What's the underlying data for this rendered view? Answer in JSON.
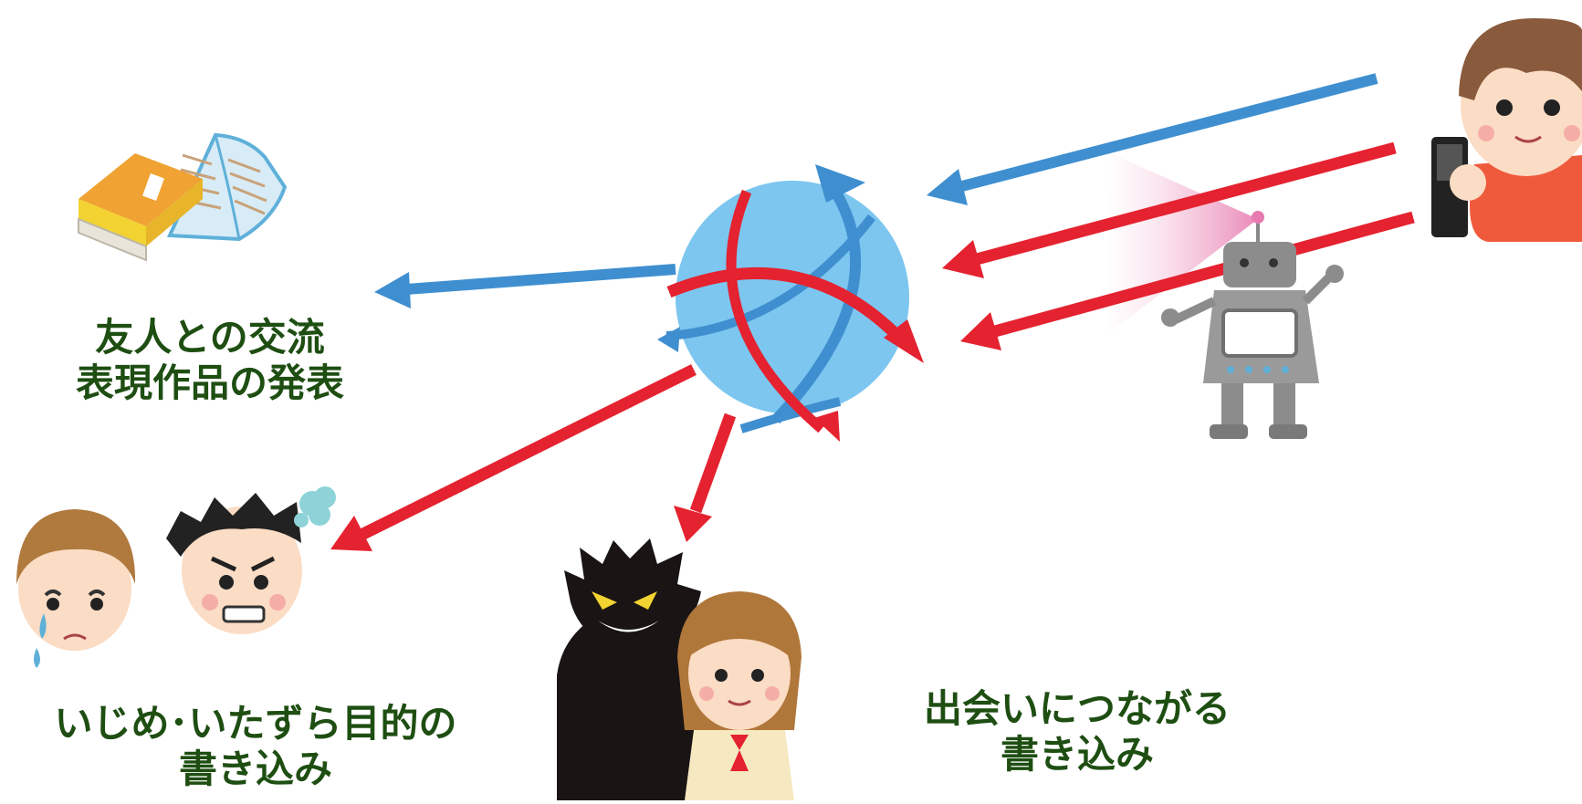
{
  "labels": {
    "friends_1": "友人との交流",
    "friends_2": "表現作品の発表",
    "bullying_1": "いじめ･いたずら目的の",
    "bullying_2": "書き込み",
    "meeting_1": "出会いにつながる",
    "meeting_2": "書き込み"
  },
  "colors": {
    "blue_arrow": "#3f8fd0",
    "red_arrow": "#e5222f",
    "globe": "#7cc6ef",
    "label_text": "#1e4e12"
  },
  "icons": [
    "books-icon",
    "globe-icon",
    "smartphone-user-icon",
    "robot-icon",
    "sad-boy-icon",
    "angry-boy-icon",
    "shadow-villain-icon",
    "schoolgirl-icon"
  ]
}
